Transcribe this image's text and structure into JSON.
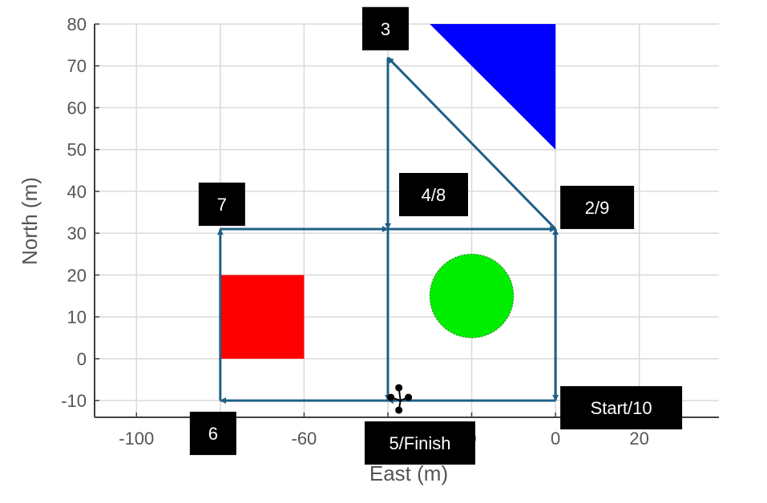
{
  "chart_data": {
    "type": "scatter",
    "title": "",
    "xlabel": "East (m)",
    "ylabel": "North (m)",
    "xlim": [
      -110,
      39
    ],
    "ylim": [
      -14,
      80
    ],
    "xticks": [
      -100,
      -80,
      -60,
      -40,
      -20,
      0,
      20
    ],
    "xtick_labels": [
      "-100",
      "",
      "-60",
      "",
      "0",
      "0",
      "20"
    ],
    "yticks": [
      -10,
      0,
      10,
      20,
      30,
      40,
      50,
      60,
      70,
      80
    ],
    "ytick_labels": [
      "-10",
      "0",
      "10",
      "20",
      "30",
      "40",
      "50",
      "60",
      "70",
      "80"
    ],
    "grid": true,
    "colors": {
      "path": "#1f5f86",
      "red_square": "#ff0000",
      "green_circle": "#00ee00",
      "blue_triangle": "#0000ff",
      "waypoint_bg": "#000000",
      "waypoint_text": "#ffffff",
      "grid": "#d9d9d9",
      "axis": "#404040"
    },
    "obstacles": [
      {
        "shape": "rectangle",
        "name": "red-square",
        "color": "#ff0000",
        "x": [
          -80,
          -60
        ],
        "y": [
          0,
          20
        ]
      },
      {
        "shape": "circle",
        "name": "green-circle",
        "color": "#00ee00",
        "center": [
          -20,
          15
        ],
        "radius": 10
      },
      {
        "shape": "triangle",
        "name": "blue-triangle",
        "color": "#0000ff",
        "points": [
          [
            -30,
            80
          ],
          [
            0,
            80
          ],
          [
            0,
            50
          ]
        ]
      }
    ],
    "path_segments": [
      {
        "from": [
          0,
          -10
        ],
        "to": [
          0,
          31
        ]
      },
      {
        "from": [
          0,
          31
        ],
        "to": [
          -40,
          72
        ]
      },
      {
        "from": [
          -40,
          72
        ],
        "to": [
          -40,
          31
        ]
      },
      {
        "from": [
          -40,
          31
        ],
        "to": [
          -40,
          -10
        ]
      },
      {
        "from": [
          -40,
          -10
        ],
        "to": [
          -80,
          -10
        ]
      },
      {
        "from": [
          -80,
          -10
        ],
        "to": [
          -80,
          31
        ]
      },
      {
        "from": [
          -80,
          31
        ],
        "to": [
          -40,
          31
        ]
      },
      {
        "from": [
          -40,
          31
        ],
        "to": [
          0,
          31
        ]
      },
      {
        "from": [
          0,
          31
        ],
        "to": [
          0,
          -10
        ]
      },
      {
        "from": [
          0,
          -10
        ],
        "to": [
          -40,
          -10
        ]
      }
    ],
    "drone_position": [
      -37,
      -10
    ],
    "waypoints": [
      {
        "label": "3",
        "anchor": [
          -40,
          72
        ],
        "placement": "top-left"
      },
      {
        "label": "7",
        "anchor": [
          -80,
          31
        ],
        "placement": "top"
      },
      {
        "label": "4/8",
        "anchor": [
          -40,
          31
        ],
        "placement": "top-right"
      },
      {
        "label": "2/9",
        "anchor": [
          0,
          31
        ],
        "placement": "right"
      },
      {
        "label": "Start/10",
        "anchor": [
          0,
          -10
        ],
        "placement": "bottom-right"
      },
      {
        "label": "6",
        "anchor": [
          -80,
          -10
        ],
        "placement": "bottom"
      },
      {
        "label": "5/Finish",
        "anchor": [
          -40,
          -10
        ],
        "placement": "bottom"
      }
    ]
  }
}
